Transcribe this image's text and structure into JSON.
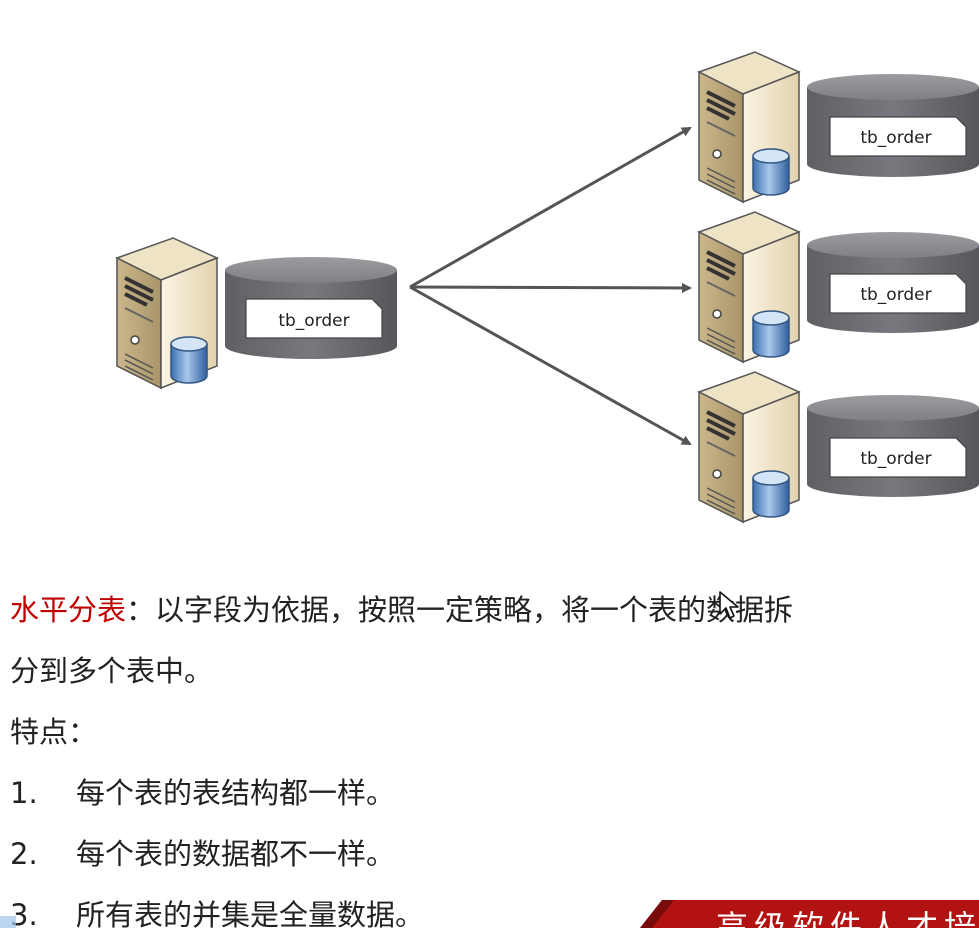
{
  "diagram": {
    "source_table_label": "tb_order",
    "target_table_labels": [
      "tb_order",
      "tb_order",
      "tb_order"
    ]
  },
  "text": {
    "highlight": "水平分表",
    "intro_rest": "：以字段为依据，按照一定策略，将一个表的数据拆",
    "intro_cont": "分到多个表中。",
    "features_label": "特点：",
    "features": [
      {
        "num": "1.",
        "text": "每个表的表结构都一样。"
      },
      {
        "num": "2.",
        "text": "每个表的数据都不一样。"
      },
      {
        "num": "3.",
        "text": "所有表的并集是全量数据。"
      }
    ]
  },
  "banner": {
    "text": "高级软件人才培"
  },
  "colors": {
    "highlight": "#c00000",
    "arrow": "#555555",
    "banner": "#b31212"
  }
}
